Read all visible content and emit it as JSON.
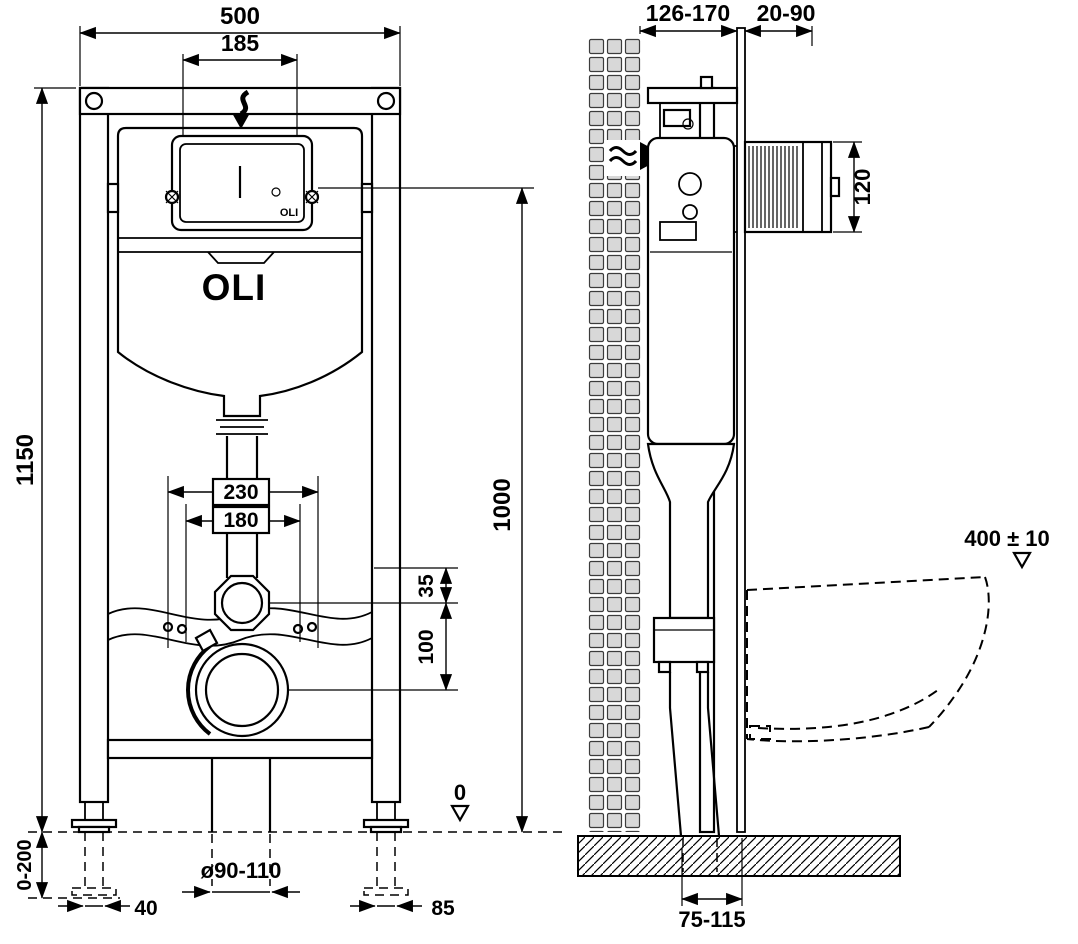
{
  "brand": {
    "logo_main": "OLI",
    "logo_panel": "OLI"
  },
  "front_view": {
    "frame_width": "500",
    "service_opening_width": "185",
    "frame_height": "1150",
    "flush_pipe_height": "1000",
    "fixing_width_outer": "230",
    "fixing_width_inner": "180",
    "offset_small": "35",
    "offset_large": "100",
    "leg_adjustment": "0-200",
    "floor_datum": "0",
    "outlet_diameter": "ø90-110",
    "left_leg_offset": "40",
    "right_leg_offset": "85"
  },
  "side_view": {
    "frame_depth": "126-170",
    "wall_finish_depth": "20-90",
    "flush_plate_height": "120",
    "pan_rim_height": "400 ± 10",
    "outlet_wall_distance": "75-115"
  }
}
